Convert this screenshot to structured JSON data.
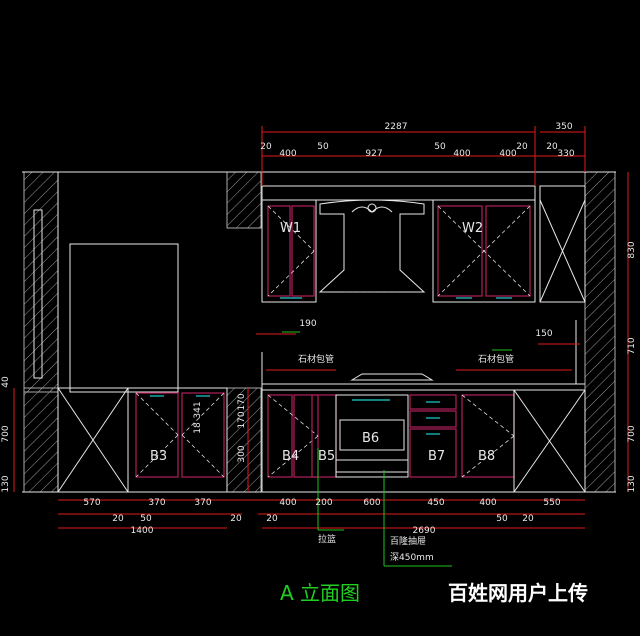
{
  "drawing": {
    "title": "A 立面图",
    "watermark": "百姓网用户上传",
    "colors": {
      "background": "#000000",
      "line": "#e8e8e8",
      "dimension": "#e01a1a",
      "annotation": "#20c020"
    },
    "top_dims": {
      "overall": "2287",
      "right_overall": "350",
      "row2": [
        "20",
        "400",
        "50",
        "927",
        "50",
        "400",
        "400",
        "20",
        "20",
        "330"
      ]
    },
    "bottom_dims": {
      "row1": [
        "570",
        "370",
        "370",
        "400",
        "200",
        "600",
        "450",
        "400",
        "550"
      ],
      "row2": [
        "20",
        "50",
        "20",
        "20",
        "50",
        "20"
      ],
      "left_total": "1400",
      "right_total": "2690"
    },
    "left_dims": [
      "40",
      "700",
      "130"
    ],
    "inner_dims": [
      "170",
      "170",
      "341",
      "18",
      "300"
    ],
    "right_dims": [
      "830",
      "710",
      "700",
      "130"
    ],
    "side_marks": [
      "190",
      "150"
    ],
    "cabinet_labels": [
      "W1",
      "W2",
      "B3",
      "B4",
      "B5",
      "B6",
      "B7",
      "B8"
    ],
    "notes": {
      "stone_left": "石材包管",
      "stone_right": "石材包管",
      "pull_basket": "拉篮",
      "hundred_pull": "百隆抽屉",
      "depth": "深450mm"
    }
  }
}
